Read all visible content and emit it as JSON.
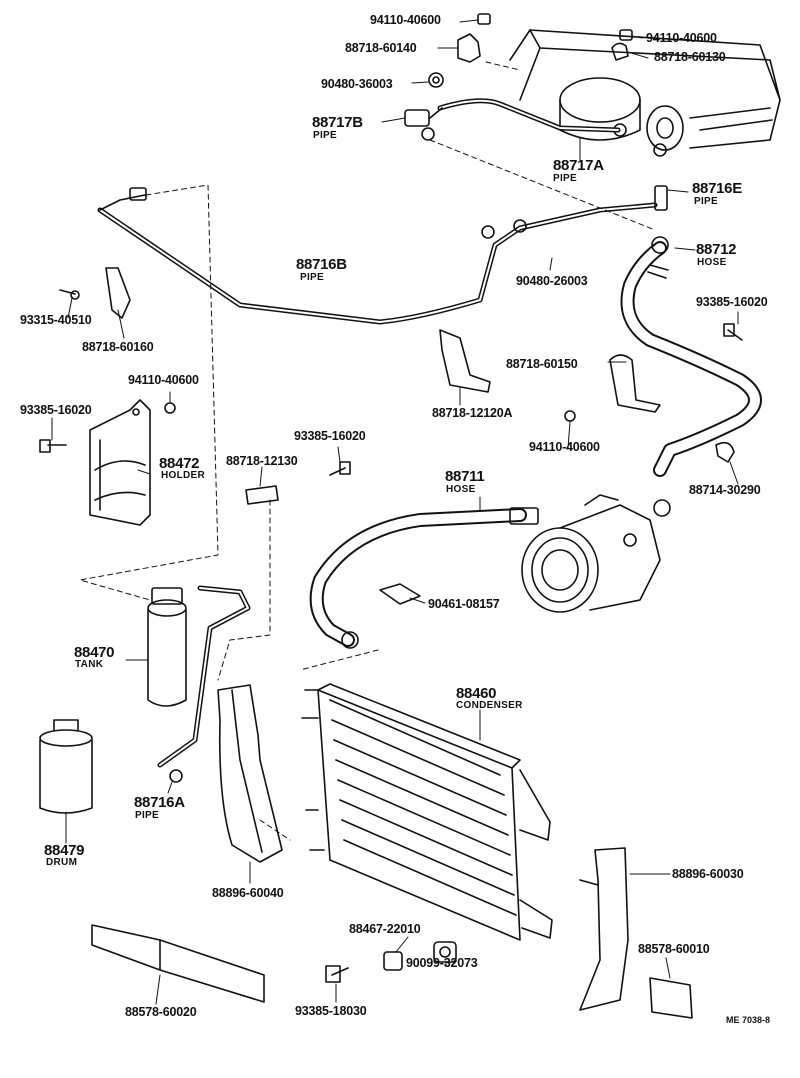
{
  "diagram": {
    "parts": [
      {
        "id": "p01",
        "number": "94110-40600",
        "name": ""
      },
      {
        "id": "p02",
        "number": "88718-60140",
        "name": ""
      },
      {
        "id": "p03",
        "number": "90480-36003",
        "name": ""
      },
      {
        "id": "p04",
        "number": "88717B",
        "name": "PIPE"
      },
      {
        "id": "p05",
        "number": "94110-40600",
        "name": ""
      },
      {
        "id": "p06",
        "number": "88718-60130",
        "name": ""
      },
      {
        "id": "p07",
        "number": "88717A",
        "name": "PIPE"
      },
      {
        "id": "p08",
        "number": "88716E",
        "name": "PIPE"
      },
      {
        "id": "p09",
        "number": "88716B",
        "name": "PIPE"
      },
      {
        "id": "p10",
        "number": "88712",
        "name": "HOSE"
      },
      {
        "id": "p11",
        "number": "90480-26003",
        "name": ""
      },
      {
        "id": "p12",
        "number": "93315-40510",
        "name": ""
      },
      {
        "id": "p13",
        "number": "88718-60160",
        "name": ""
      },
      {
        "id": "p14",
        "number": "93385-16020",
        "name": ""
      },
      {
        "id": "p15",
        "number": "88718-60150",
        "name": ""
      },
      {
        "id": "p16",
        "number": "94110-40600",
        "name": ""
      },
      {
        "id": "p17",
        "number": "88718-12120A",
        "name": ""
      },
      {
        "id": "p18",
        "number": "93385-16020",
        "name": ""
      },
      {
        "id": "p19",
        "number": "94110-40600",
        "name": ""
      },
      {
        "id": "p20",
        "number": "93385-16020",
        "name": ""
      },
      {
        "id": "p21",
        "number": "88472",
        "name": "HOLDER"
      },
      {
        "id": "p22",
        "number": "88718-12130",
        "name": ""
      },
      {
        "id": "p23",
        "number": "88711",
        "name": "HOSE"
      },
      {
        "id": "p24",
        "number": "88714-30290",
        "name": ""
      },
      {
        "id": "p25",
        "number": "90461-08157",
        "name": ""
      },
      {
        "id": "p26",
        "number": "88470",
        "name": "TANK"
      },
      {
        "id": "p27",
        "number": "88460",
        "name": "CONDENSER"
      },
      {
        "id": "p28",
        "number": "88716A",
        "name": "PIPE"
      },
      {
        "id": "p29",
        "number": "88479",
        "name": "DRUM"
      },
      {
        "id": "p30",
        "number": "88896-60040",
        "name": ""
      },
      {
        "id": "p31",
        "number": "88896-60030",
        "name": ""
      },
      {
        "id": "p32",
        "number": "88467-22010",
        "name": ""
      },
      {
        "id": "p33",
        "number": "90099-32073",
        "name": ""
      },
      {
        "id": "p34",
        "number": "88578-60010",
        "name": ""
      },
      {
        "id": "p35",
        "number": "93385-18030",
        "name": ""
      },
      {
        "id": "p36",
        "number": "88578-60020",
        "name": ""
      }
    ],
    "reference_code": "ME 7038-8"
  }
}
